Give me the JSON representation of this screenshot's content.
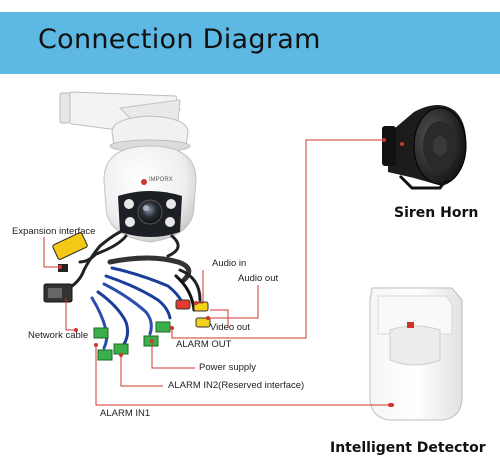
{
  "header": {
    "title": "Connection Diagram"
  },
  "camera": {
    "brand": "IMPORX"
  },
  "devices": {
    "siren": "Siren Horn",
    "detector": "Intelligent Detector"
  },
  "labels": {
    "expansion": "Expansion interface",
    "network": "Network cable",
    "audio_in": "Audio in",
    "audio_out": "Audio out",
    "video_out": "Video out",
    "alarm_out": "ALARM OUT",
    "power": "Power supply",
    "alarm_in2": "ALARM IN2(Reserved interface)",
    "alarm_in1": "ALARM IN1"
  },
  "colors": {
    "banner": "#5db8e4",
    "connector_line": "#d0342c"
  }
}
